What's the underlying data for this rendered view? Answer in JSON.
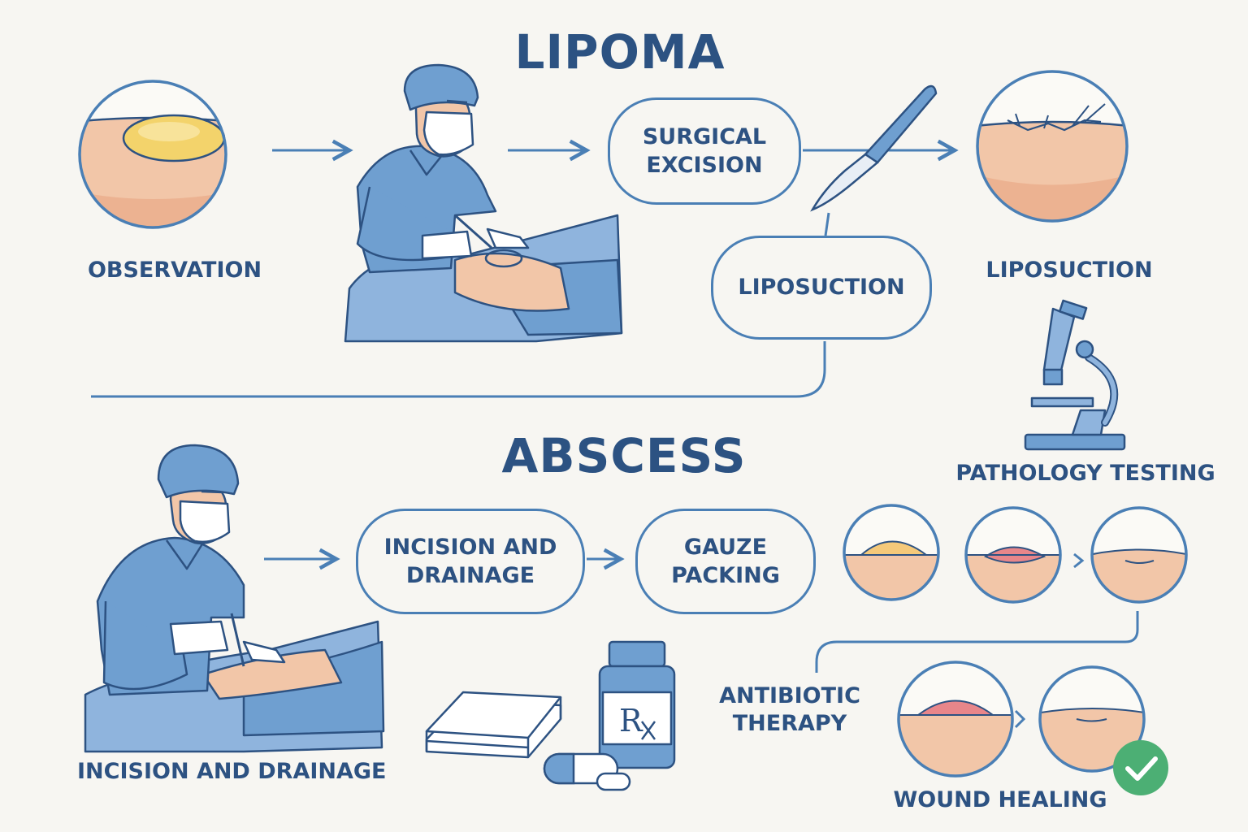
{
  "titles": {
    "lipoma": "LIPOMA",
    "abscess": "ABSCESS"
  },
  "lipoma": {
    "observation": "OBSERVATION",
    "surgical_excision": [
      "SURGICAL",
      "EXCISION"
    ],
    "liposuction_pill": "LIPOSUCTION",
    "liposuction_caption": "LIPOSUCTION",
    "pathology_testing": "PATHOLOGY TESTING"
  },
  "abscess": {
    "incision_pill": [
      "INCISION AND",
      "DRAINAGE"
    ],
    "gauze_packing": [
      "GAUZE",
      "PACKING"
    ],
    "incision_caption": "INCISION AND DRAINAGE",
    "antibiotic_therapy": [
      "ANTIBIOTIC",
      "THERAPY"
    ],
    "wound_healing": "WOUND HEALING",
    "rx_label": "R"
  },
  "colors": {
    "line": "#4a7fb5",
    "text": "#2d5282",
    "scrubs": "#6f9fd0",
    "skin": "#f2c6a8",
    "fat": "#f3d36b",
    "check": "#4caf74"
  }
}
